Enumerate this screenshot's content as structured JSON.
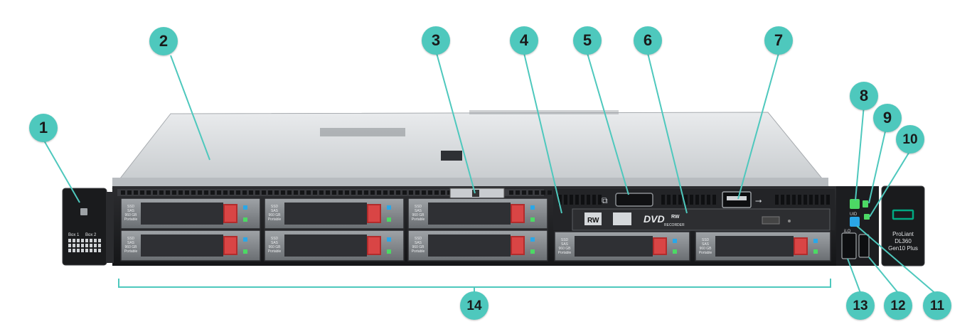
{
  "colors": {
    "callout_fill": "#4ec8bd",
    "leader_line": "#4ec8bd",
    "chassis_silver": "#cfd3d6",
    "bezel_black": "#1b1c1e",
    "led_green": "#4cd964",
    "led_blue": "#2aa7e8",
    "hpe_green": "#01a982"
  },
  "callouts": [
    {
      "number": "1",
      "target": "left-ear-box-label"
    },
    {
      "number": "2",
      "target": "top-cover"
    },
    {
      "number": "3",
      "target": "serial-number-tab"
    },
    {
      "number": "4",
      "target": "media-bay"
    },
    {
      "number": "5",
      "target": "display-port"
    },
    {
      "number": "6",
      "target": "optical-drive"
    },
    {
      "number": "7",
      "target": "usb-port"
    },
    {
      "number": "8",
      "target": "uid-button"
    },
    {
      "number": "9",
      "target": "health-led"
    },
    {
      "number": "10",
      "target": "nic-led"
    },
    {
      "number": "11",
      "target": "ilo-indicator"
    },
    {
      "number": "12",
      "target": "usb-front-port"
    },
    {
      "number": "13",
      "target": "ilo-service-port"
    },
    {
      "number": "14",
      "target": "drive-bays"
    }
  ],
  "left_ear": {
    "box1_label": "Box 1",
    "box2_label": "Box 2"
  },
  "drives": {
    "line1": "SSD",
    "line2": "SAS",
    "line3": "960 GB",
    "line4": "Portable"
  },
  "optical": {
    "rw_label": "RW",
    "dvd_label": "DVD",
    "dvd_sub": "RW",
    "recorder_label": "RECORDER"
  },
  "front_panel": {
    "uid_label": "UID",
    "ilo_label": "iLO"
  },
  "right_ear": {
    "product_line1": "ProLiant",
    "product_line2": "DL360",
    "product_line3": "Gen10 Plus"
  }
}
